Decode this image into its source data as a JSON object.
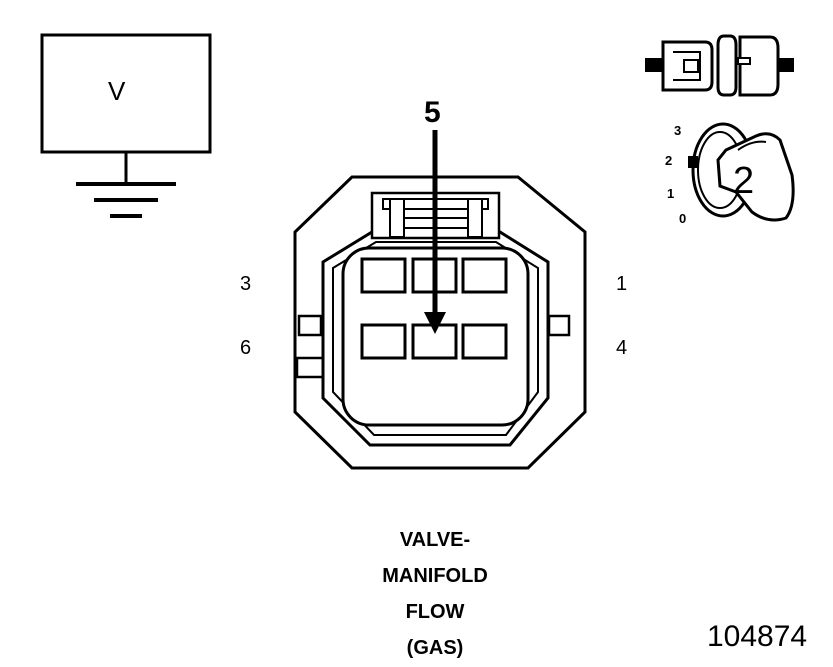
{
  "meter": {
    "symbol": "V"
  },
  "connector": {
    "highlight_pin": "5",
    "pin_labels": {
      "p3": "3",
      "p1": "1",
      "p6": "6",
      "p4": "4"
    }
  },
  "ignition": {
    "positions": [
      "3",
      "2",
      "1",
      "0"
    ],
    "key_position": "2"
  },
  "caption": {
    "lines": [
      "VALVE-",
      "MANIFOLD",
      "FLOW",
      "(GAS)"
    ]
  },
  "figure_number": "104874"
}
